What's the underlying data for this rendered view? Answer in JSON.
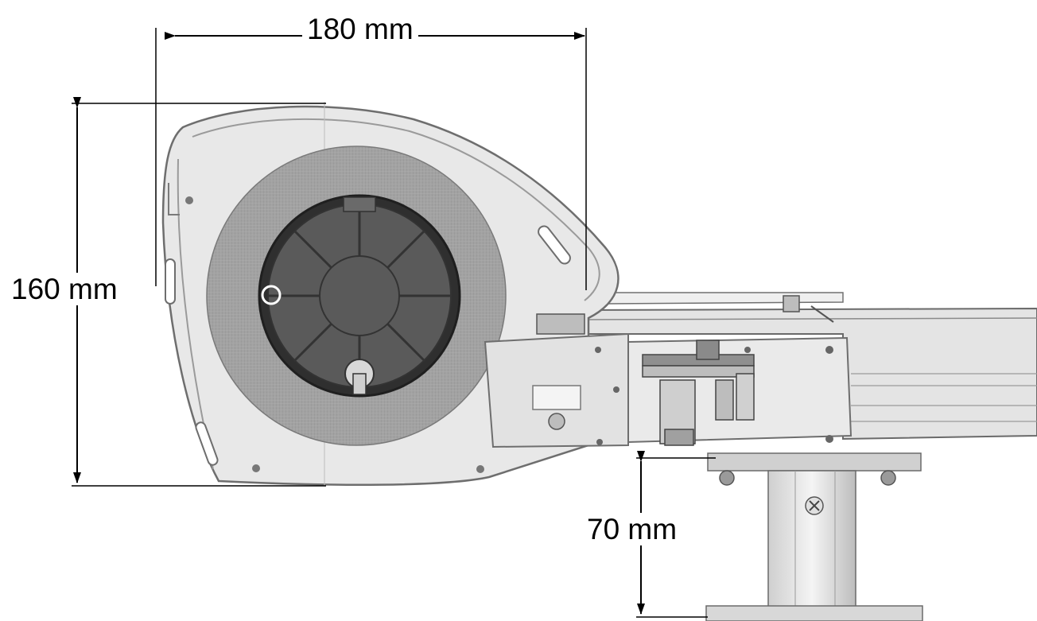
{
  "dimensions": {
    "width_label": "180 mm",
    "height_label": "160 mm",
    "depth_label": "70 mm"
  },
  "colors": {
    "housing_fill": "#e6e6e6",
    "housing_stroke": "#6e6e6e",
    "fabric_roll": "#9d9d9d",
    "roller_tube": "#555555",
    "rail_fill": "#dcdcdc",
    "dimension_line": "#000000"
  }
}
